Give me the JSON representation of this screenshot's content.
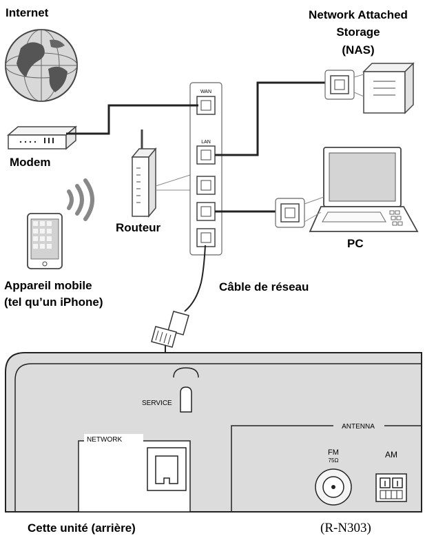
{
  "labels": {
    "internet": "Internet",
    "nas_line1": "Network Attached",
    "nas_line2": "Storage",
    "nas_line3": "(NAS)",
    "modem": "Modem",
    "router": "Routeur",
    "pc": "PC",
    "mobile_line1": "Appareil mobile",
    "mobile_line2": "(tel qu’un iPhone)",
    "network_cable": "Câble de réseau",
    "unit_rear": "Cette unité (arrière)",
    "model": "(R-N303)"
  },
  "router_ports": {
    "wan": "WAN",
    "lan": "LAN"
  },
  "rear_panel": {
    "service": "SERVICE",
    "network": "NETWORK",
    "antenna": "ANTENNA",
    "fm": "FM",
    "fm_ohm": "75Ω",
    "am": "AM"
  }
}
